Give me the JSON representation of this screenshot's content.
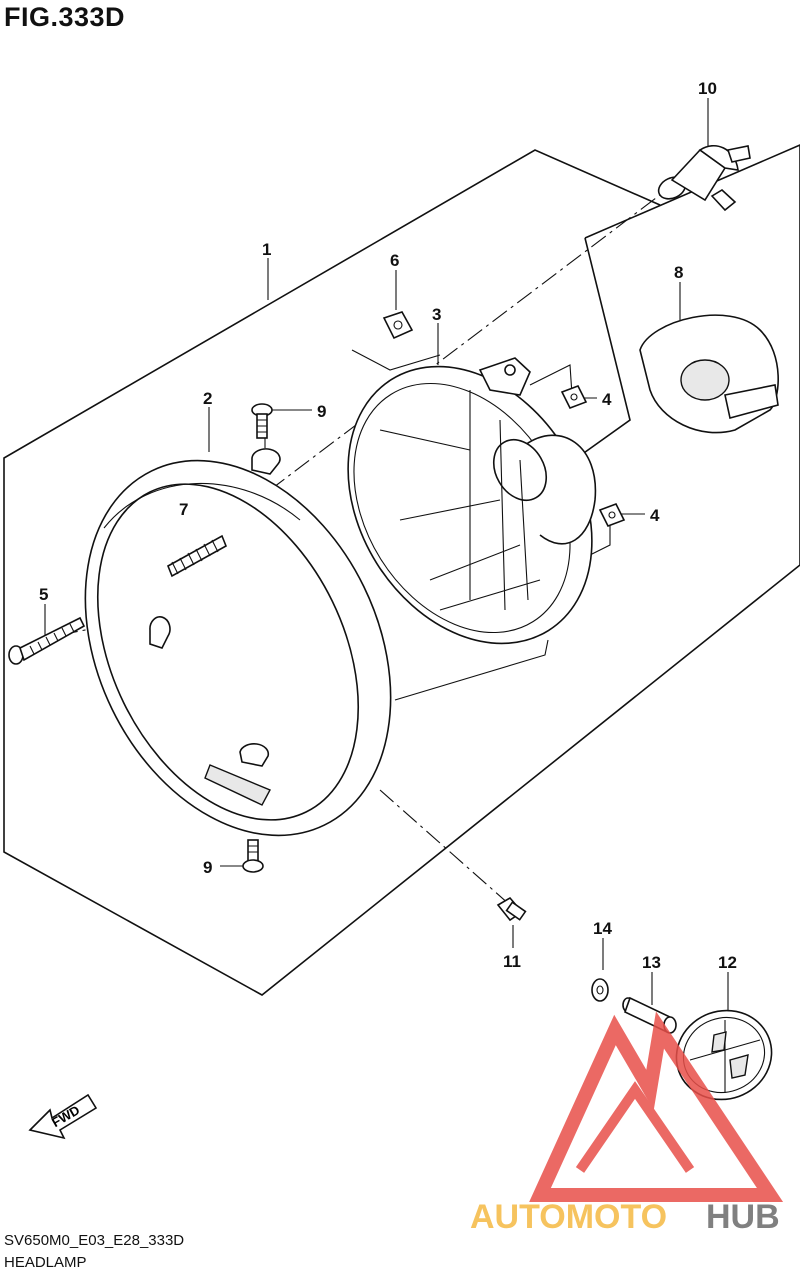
{
  "figure": {
    "title": "FIG.333D",
    "code": "SV650M0_E03_E28_333D",
    "name": "HEADLAMP"
  },
  "callouts": [
    "1",
    "2",
    "3",
    "4",
    "4",
    "5",
    "6",
    "7",
    "8",
    "9",
    "9",
    "10",
    "11",
    "12",
    "13",
    "14"
  ],
  "fwd_label": "FWD",
  "watermark": {
    "part_a": "AUTOMOTO",
    "part_b": "HUB",
    "color_a": "#f5b942",
    "color_b": "#6b6b6b",
    "logo_color": "#e8504a"
  }
}
